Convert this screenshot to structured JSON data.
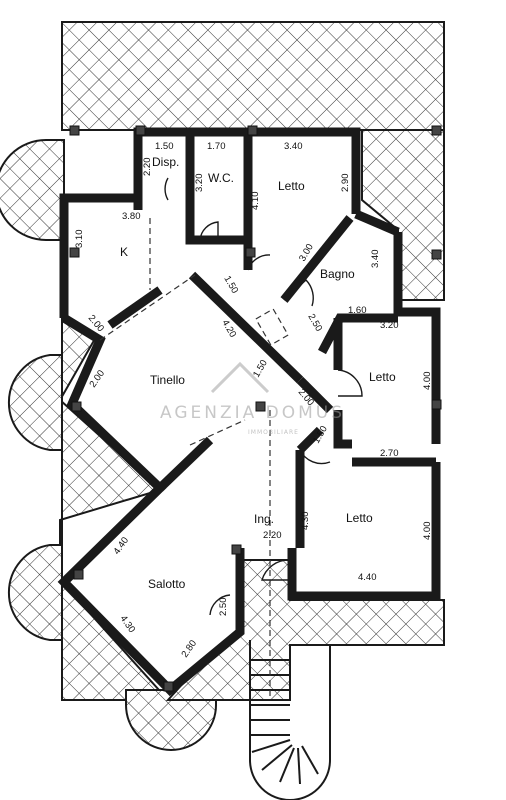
{
  "rooms": [
    {
      "id": "disp",
      "label": "Disp."
    },
    {
      "id": "wc",
      "label": "W.C."
    },
    {
      "id": "letto1",
      "label": "Letto"
    },
    {
      "id": "k",
      "label": "K"
    },
    {
      "id": "bagno",
      "label": "Bagno"
    },
    {
      "id": "tinello",
      "label": "Tinello"
    },
    {
      "id": "letto2",
      "label": "Letto"
    },
    {
      "id": "letto3",
      "label": "Letto"
    },
    {
      "id": "ingresso",
      "label": "Ing."
    },
    {
      "id": "salotto",
      "label": "Salotto"
    }
  ],
  "dimensions": [
    "1.50",
    "1.70",
    "3.40",
    "2.20",
    "3.20",
    "4.10",
    "2.90",
    "3.80",
    "3.10",
    "3.00",
    "3.40",
    "1.50",
    "1.60",
    "2.50",
    "3.20",
    "4.20",
    "2.00",
    "2.00",
    "1.50",
    "2.00",
    "4.00",
    "1.50",
    "2.70",
    "2.20",
    "4.30",
    "4.00",
    "4.40",
    "4.40",
    "2.50",
    "4.30",
    "2.80"
  ],
  "watermark": {
    "brand": "AGENZIA DOMUS",
    "sub": "IMMOBILIARE"
  }
}
